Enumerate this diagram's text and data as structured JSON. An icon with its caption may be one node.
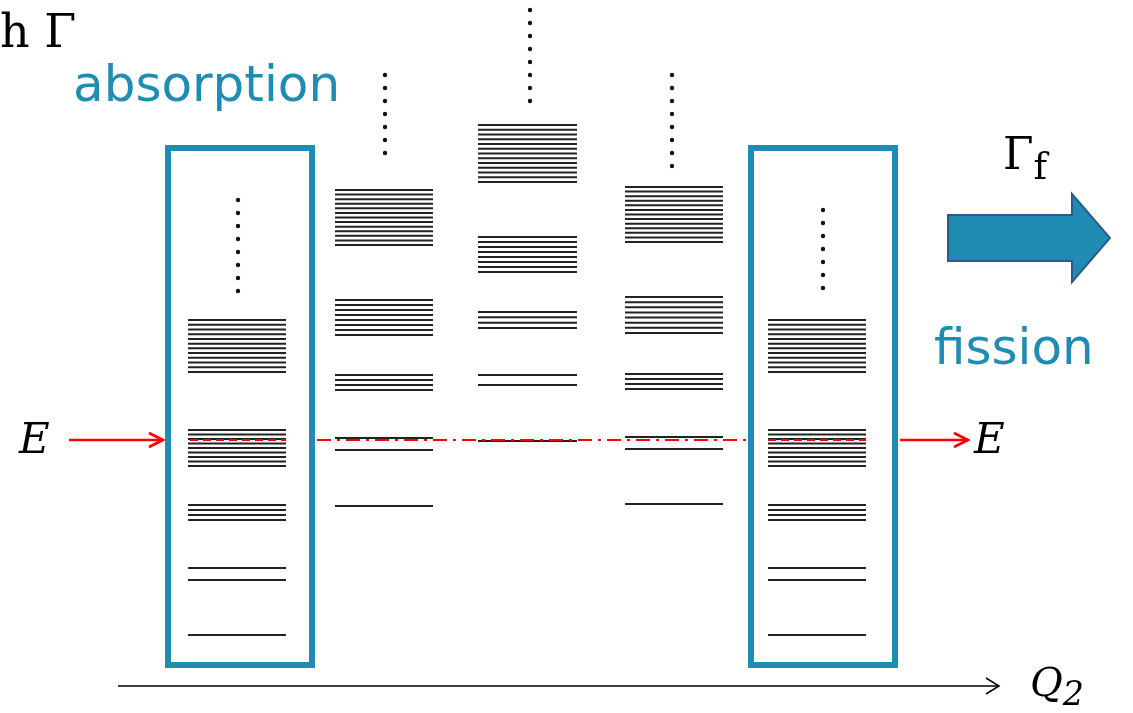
{
  "diagram": {
    "nodes": [
      {
        "text": [
          "E"
        ]
      },
      {
        "text": [
          "absorption"
        ]
      },
      {
        "text": [],
        "shape": "box"
      },
      {
        "text": [
          "E"
        ]
      }
    ],
    "edges": [
      {
        "from": 0,
        "to": 1,
        "arrow": "to",
        "color": "#ff0000"
      },
      {
        "from": 1,
        "to": 2,
        "arrow": "none",
        "style": "dashed",
        "color": "#ff0000"
      },
      {
        "from": 2,
        "to": 3,
        "arrow": "to",
        "color": "#ff0000"
      }
    ],
    "labels": [
      "h Γ",
      "Γ$_{f}$",
      "fission",
      "Q$_{2}$"
    ]
  }
}
